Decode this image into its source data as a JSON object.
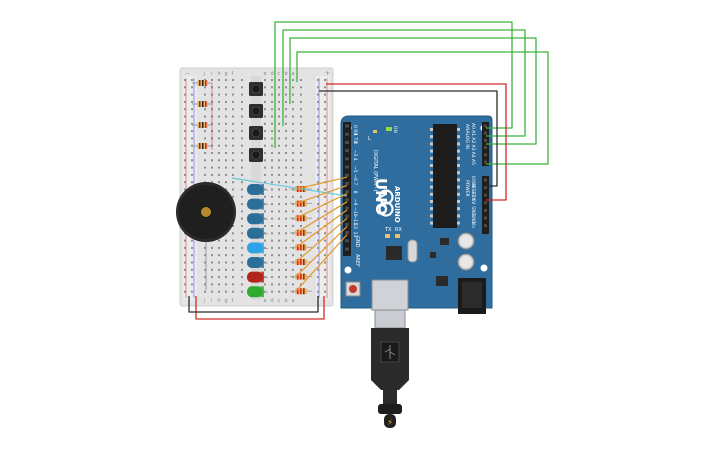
{
  "board": {
    "model": "UNO",
    "brand": "ARDUINO",
    "on_label": "ON",
    "digital_header_label": "DIGITAL (PWM~)",
    "analog_header_label": "ANALOG IN",
    "power_header_label": "POWER",
    "tx_label": "TX",
    "rx_label": "RX",
    "l_label": "L",
    "aref_label": "AREF",
    "gnd_label": "GND",
    "digital_pins": [
      "0 RX",
      "1 TX",
      "2",
      "~3",
      "4",
      "~5",
      "~6",
      "7",
      "8",
      "~9",
      "~10",
      "~11",
      "12",
      "13"
    ],
    "analog_pins": [
      "A0",
      "A1",
      "A2",
      "A3",
      "A4",
      "A5"
    ],
    "power_pins": [
      "IOREF",
      "RESET",
      "3.3V",
      "5V",
      "GND",
      "GND",
      "Vin"
    ]
  },
  "breadboard": {
    "row_letters": [
      "a",
      "b",
      "c",
      "d",
      "e",
      "f",
      "g",
      "h",
      "i",
      "j"
    ],
    "rail_minus": "−",
    "rail_plus": "+"
  },
  "components": {
    "leds": [
      {
        "color": "#2b6f99"
      },
      {
        "color": "#2b6f99"
      },
      {
        "color": "#2b6f99"
      },
      {
        "color": "#2b6f99"
      },
      {
        "color": "#2ea3e6"
      },
      {
        "color": "#2b6f99"
      },
      {
        "color": "#b3241c"
      },
      {
        "color": "#2eab2e"
      }
    ],
    "buttons": 4,
    "buzzer": "piezo"
  },
  "colors": {
    "wire_green": "#3db33d",
    "wire_red": "#d42a2a",
    "wire_black": "#2b2b2b",
    "wire_orange": "#e39a2c",
    "wire_cyan": "#6cc7d9",
    "board_blue": "#2e6d9e",
    "breadboard": "#e8e8e8"
  },
  "usb": {
    "symbol": "⚡"
  }
}
